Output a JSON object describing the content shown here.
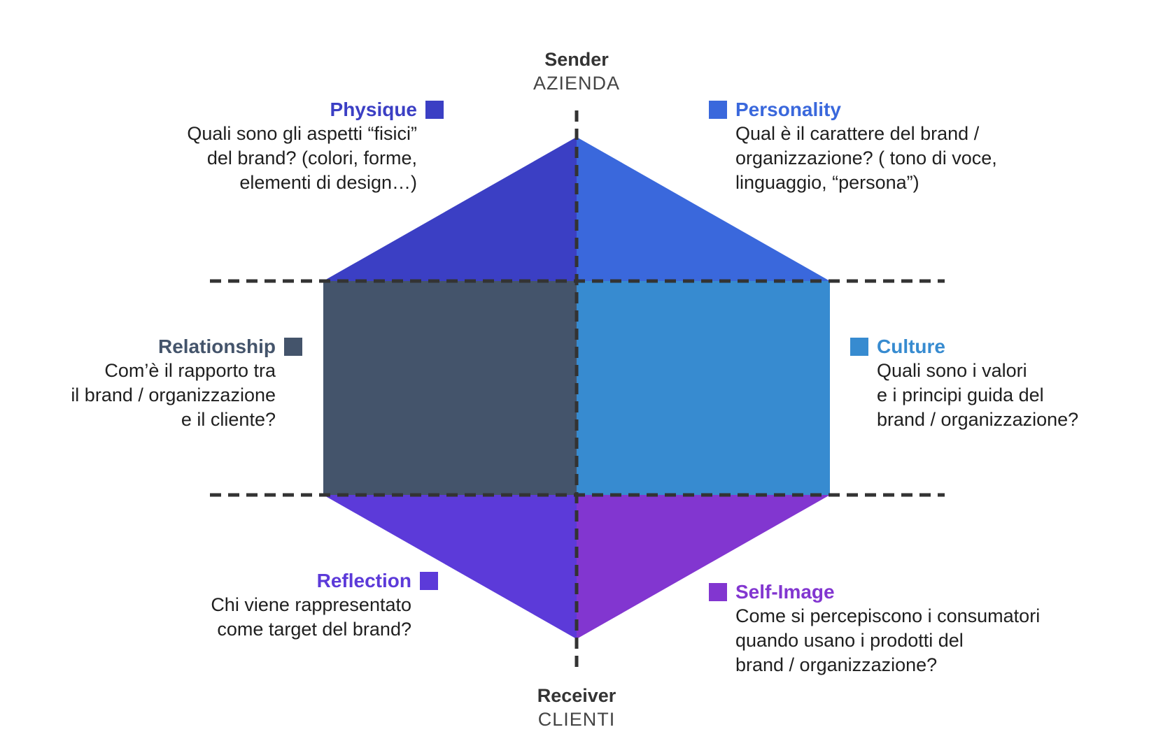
{
  "axes": {
    "top": {
      "title": "Sender",
      "subtitle": "AZIENDA"
    },
    "bottom": {
      "title": "Receiver",
      "subtitle": "CLIENTI"
    }
  },
  "facets": {
    "physique": {
      "label": "Physique",
      "color": "#3B3FC4",
      "description": "Quali sono gli aspetti “fisici”\ndel brand? (colori, forme,\nelementi di design…)"
    },
    "personality": {
      "label": "Personality",
      "color": "#3A68DC",
      "description": "Qual è il carattere del brand /\norganizzazione? ( tono di voce,\nlinguaggio, “persona”)"
    },
    "relationship": {
      "label": "Relationship",
      "color": "#44546B",
      "description": "Com’è il rapporto tra\nil brand / organizzazione\ne il cliente?"
    },
    "culture": {
      "label": "Culture",
      "color": "#378BD0",
      "description": "Quali sono i valori\ne i principi guida del\nbrand / organizzazione?"
    },
    "reflection": {
      "label": "Reflection",
      "color": "#5C3AD9",
      "description": "Chi viene rappresentato\ncome target del brand?"
    },
    "self_image": {
      "label": "Self-Image",
      "color": "#8236D0",
      "description": "Come si percepiscono i consumatori\nquando usano i prodotti del\nbrand / organizzazione?"
    }
  },
  "colors": {
    "dashed_line": "#333333",
    "text": "#1f1f1f"
  }
}
